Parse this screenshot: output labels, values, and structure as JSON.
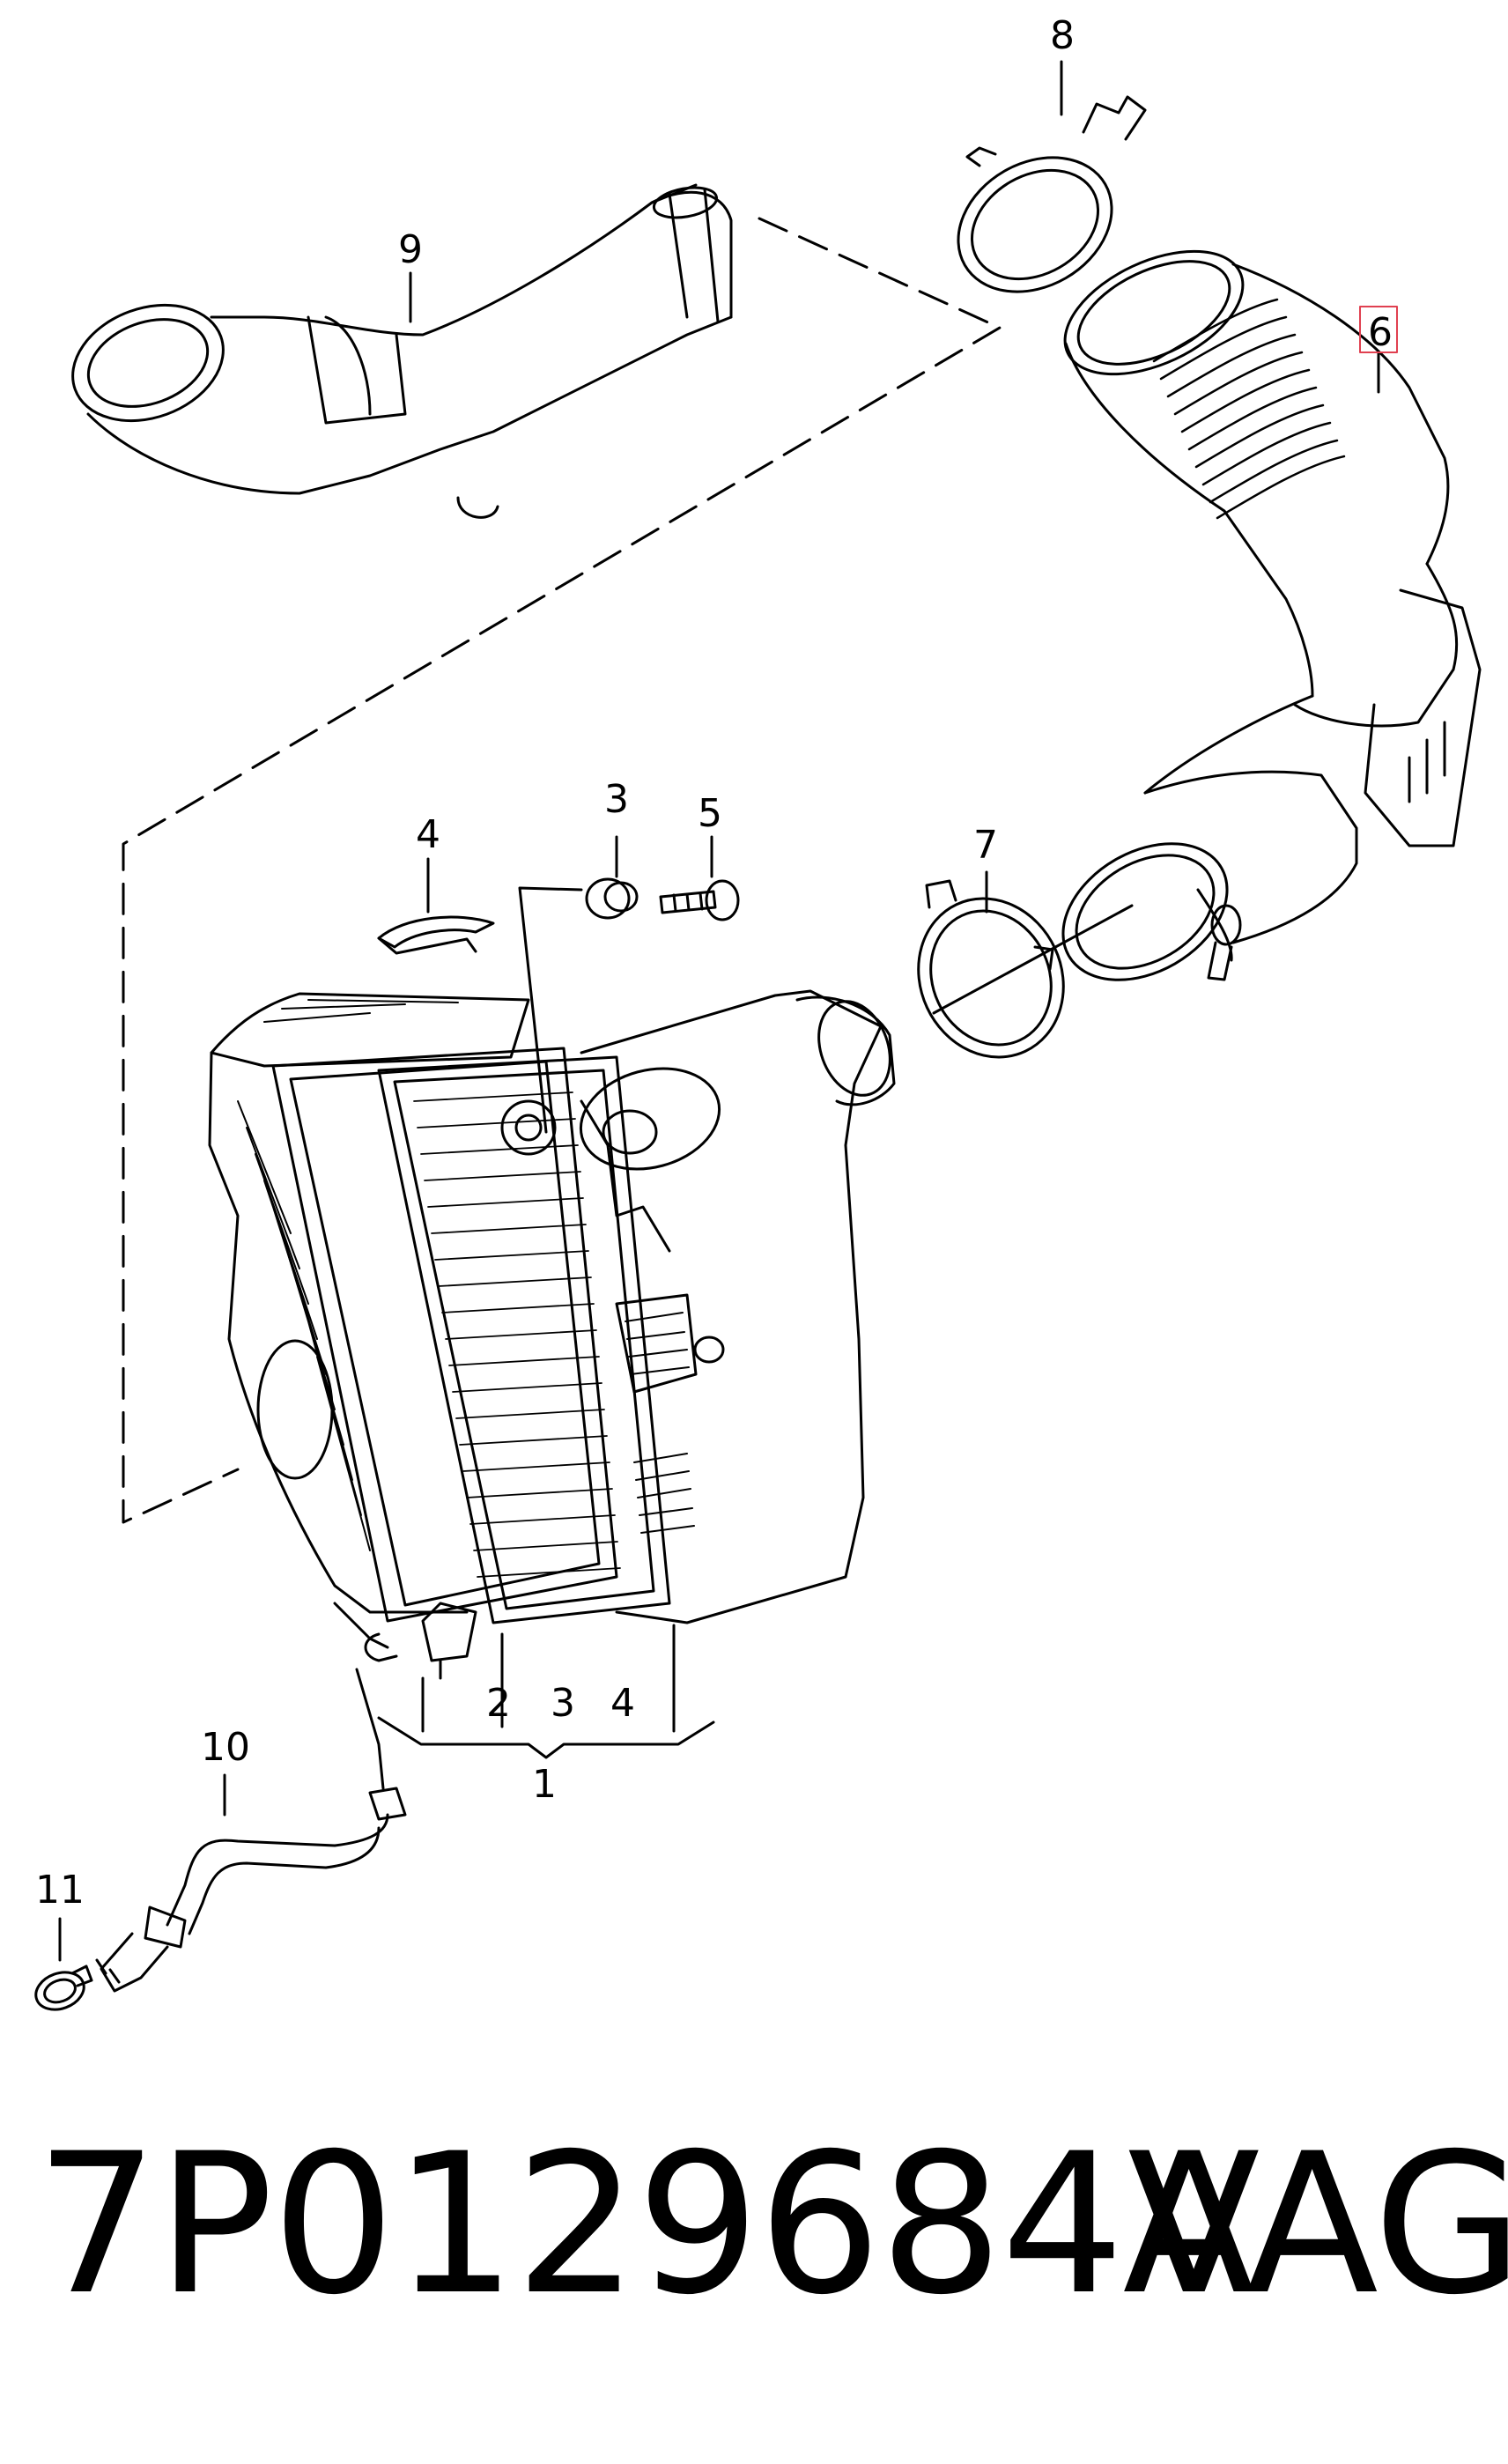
{
  "callouts": {
    "c1": "1",
    "c2": "2",
    "c3a": "3",
    "c3b": "3",
    "c4a": "4",
    "c4b": "4",
    "c5": "5",
    "c6": "6",
    "c7": "7",
    "c8": "8",
    "c9": "9",
    "c10": "10",
    "c11": "11"
  },
  "highlight_color": "#e04050",
  "footer": {
    "part_number": "7P0129684A",
    "brand": "VAG"
  }
}
